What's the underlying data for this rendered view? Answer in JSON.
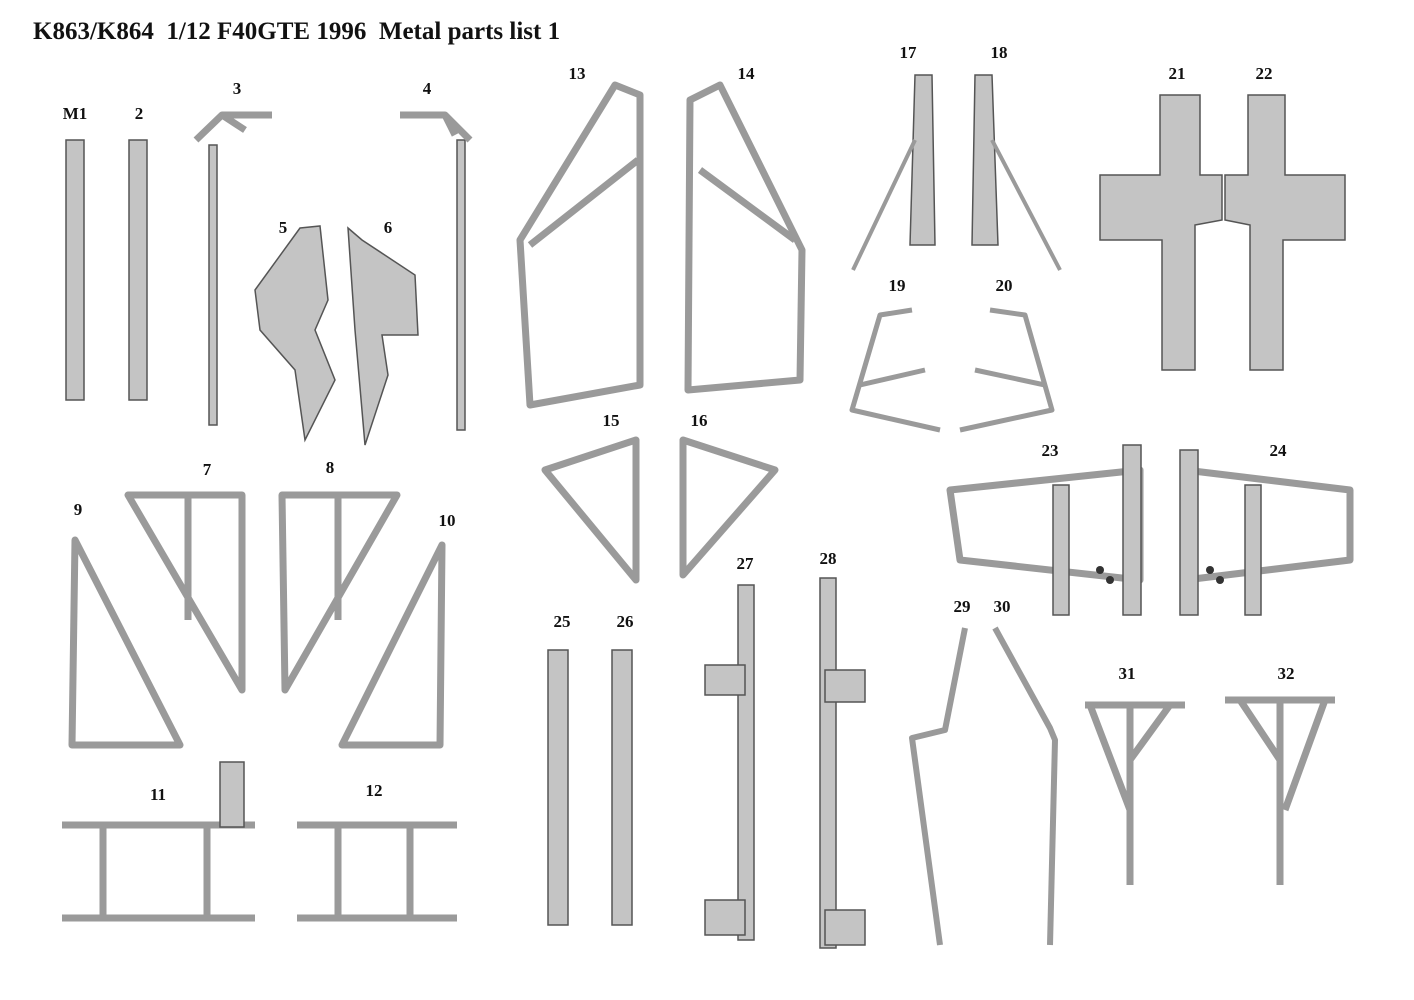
{
  "title": "K863/K864  1/12 F40GTE 1996  Metal parts list 1",
  "parts": [
    "M1",
    "2",
    "3",
    "4",
    "5",
    "6",
    "7",
    "8",
    "9",
    "10",
    "11",
    "12",
    "13",
    "14",
    "15",
    "16",
    "17",
    "18",
    "19",
    "20",
    "21",
    "22",
    "23",
    "24",
    "25",
    "26",
    "27",
    "28",
    "29",
    "30",
    "31",
    "32"
  ]
}
